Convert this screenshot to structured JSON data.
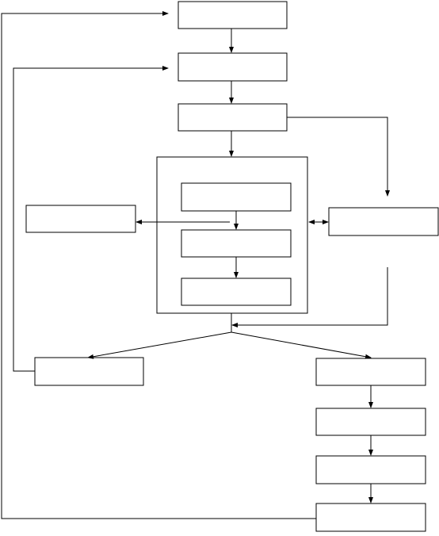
{
  "colors": {
    "background": "#ffffff",
    "stroke": "#000000"
  },
  "diagram": {
    "type": "flowchart",
    "nodes": {
      "top-step-1": "",
      "top-step-2": "",
      "top-step-3": "",
      "inner-step-1": "",
      "inner-step-2": "",
      "inner-step-3": "",
      "left-branch-box": "",
      "right-side-box": "",
      "lower-left-box": "",
      "lower-right-step-1": "",
      "lower-right-step-2": "",
      "lower-right-step-3": "",
      "lower-right-step-4": ""
    },
    "group": "inner-process-group",
    "edges": [
      {
        "from": "top-step-1",
        "to": "top-step-2"
      },
      {
        "from": "top-step-2",
        "to": "top-step-3"
      },
      {
        "from": "top-step-3",
        "to": "inner-process-group"
      },
      {
        "from": "top-step-3",
        "to": "right-side-box"
      },
      {
        "from": "inner-step-1",
        "to": "inner-step-2"
      },
      {
        "from": "inner-step-2",
        "to": "inner-step-3"
      },
      {
        "from": "inner-process-group",
        "to": "left-branch-box"
      },
      {
        "from": "inner-process-group",
        "to": "right-side-box",
        "bidirectional": true
      },
      {
        "from": "right-side-box",
        "to": "split-point"
      },
      {
        "from": "inner-process-group",
        "to": "split-point"
      },
      {
        "from": "split-point",
        "to": "lower-left-box"
      },
      {
        "from": "split-point",
        "to": "lower-right-step-1"
      },
      {
        "from": "lower-left-box",
        "to": "top-step-2"
      },
      {
        "from": "lower-right-step-1",
        "to": "lower-right-step-2"
      },
      {
        "from": "lower-right-step-2",
        "to": "lower-right-step-3"
      },
      {
        "from": "lower-right-step-3",
        "to": "lower-right-step-4"
      },
      {
        "from": "lower-right-step-4",
        "to": "top-step-1"
      }
    ]
  }
}
